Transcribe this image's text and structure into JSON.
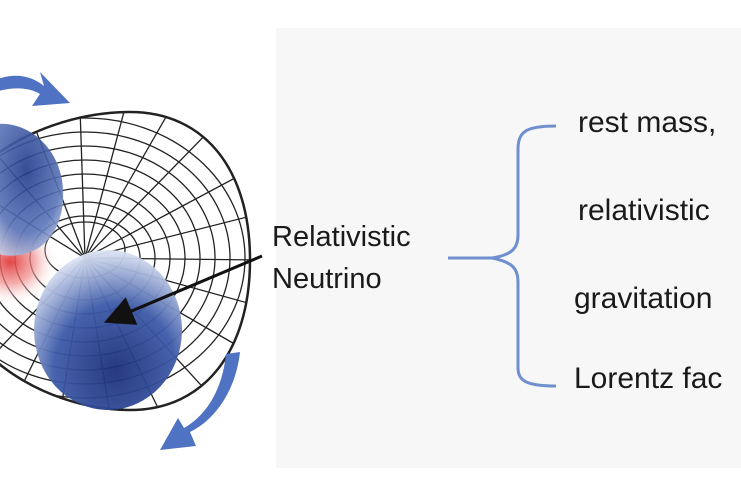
{
  "center_label": {
    "line1": "Relativistic",
    "line2": "Neutrino"
  },
  "properties": [
    "rest mass,",
    "relativistic",
    "gravitation",
    "Lorentz fac"
  ],
  "colors": {
    "arrow_blue": "#4f73c2",
    "brace_blue": "#6f8fcf",
    "sphere_blue": "#1f3a8a",
    "core_red": "#e23b3b",
    "mesh": "#222222"
  }
}
